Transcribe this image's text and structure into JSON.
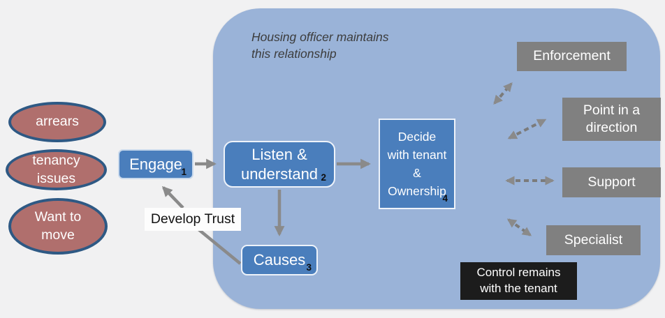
{
  "slide": {
    "note": "Housing officer maintains\nthis relationship"
  },
  "triggers": [
    {
      "label": "arrears"
    },
    {
      "label": "tenancy\nissues"
    },
    {
      "label": "Want to\nmove"
    }
  ],
  "steps": {
    "engage": {
      "label": "Engage",
      "number": "1"
    },
    "listen": {
      "label": "Listen &\nunderstand",
      "number": "2"
    },
    "causes": {
      "label": "Causes",
      "number": "3"
    },
    "decide": {
      "label": "Decide\nwith tenant\n&\nOwnership",
      "number": "4"
    }
  },
  "trust": {
    "label": "Develop Trust"
  },
  "outcomes": [
    {
      "label": "Enforcement"
    },
    {
      "label": "Point in a\ndirection"
    },
    {
      "label": "Support"
    },
    {
      "label": "Specialist"
    }
  ],
  "control": {
    "label": "Control remains\nwith the tenant"
  },
  "colors": {
    "canvas_bg": "#f1f1f2",
    "container_fill": "#9ab3d8",
    "step_fill": "#4a7ebc",
    "step_border": "#eef3fa",
    "trigger_fill": "#b06f6d",
    "trigger_border": "#2e5984",
    "outcome_fill": "#808080",
    "control_fill": "#1c1c1c",
    "arrow_gray": "#8a8a8a",
    "label_bg": "#fdfdfd",
    "note_text": "#3c3c3c"
  }
}
